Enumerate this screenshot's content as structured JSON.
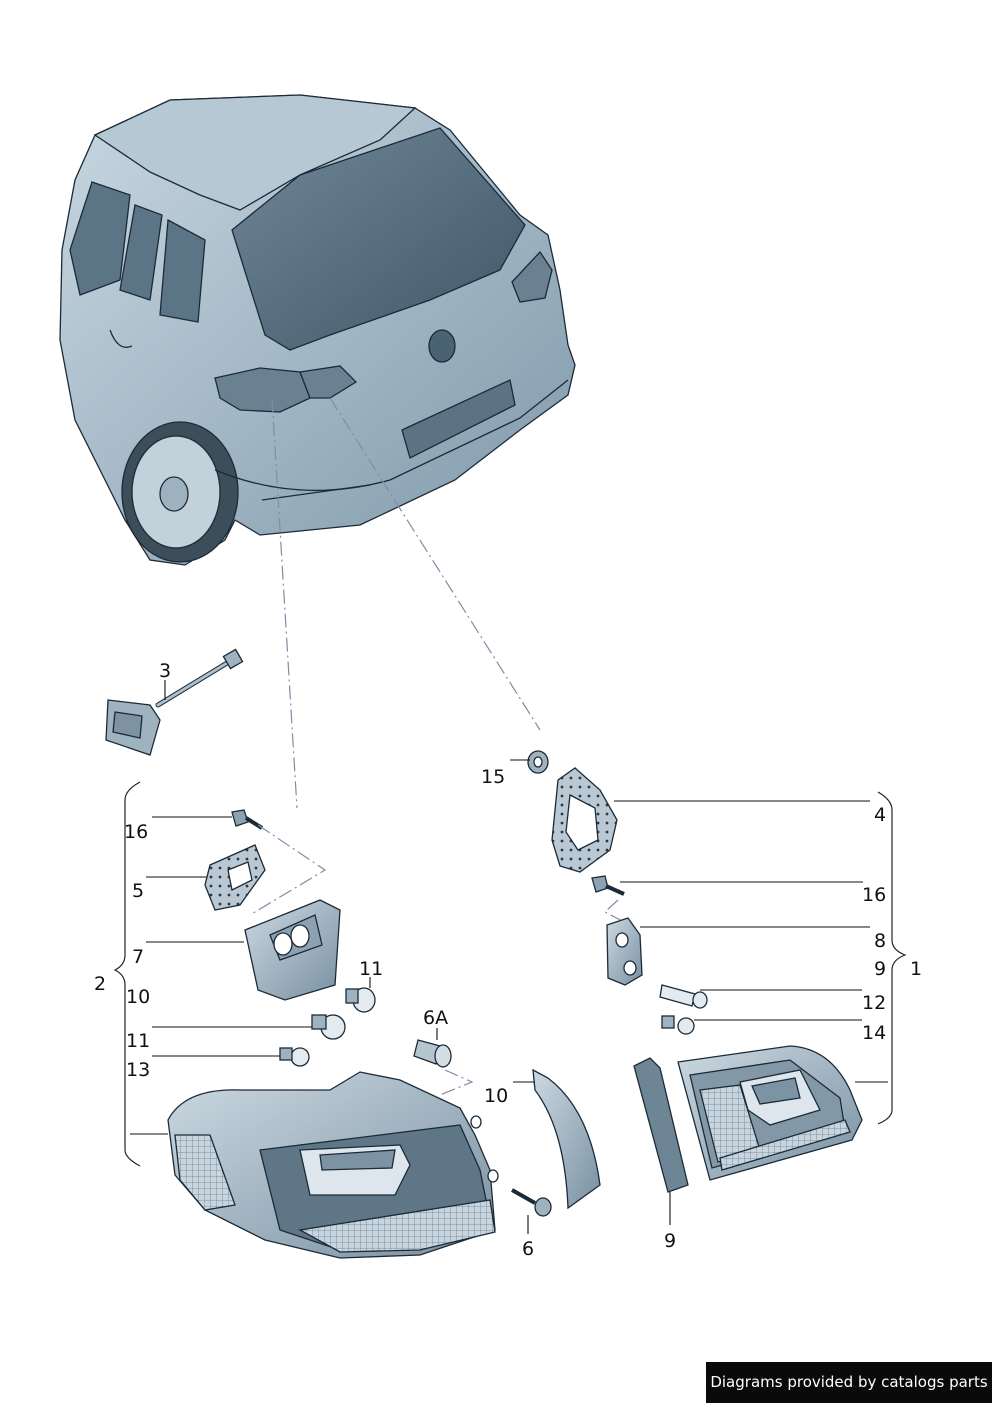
{
  "credit": "Diagrams provided by catalogs parts",
  "callouts": {
    "c1": "1",
    "c2": "2",
    "c3": "3",
    "c4": "4",
    "c5": "5",
    "c6": "6",
    "c6a": "6A",
    "c7": "7",
    "c8": "8",
    "c9a": "9",
    "c9b": "9",
    "c10a": "10",
    "c10b": "10",
    "c11a": "11",
    "c11b": "11",
    "c12": "12",
    "c13": "13",
    "c14": "14",
    "c15": "15",
    "c16a": "16",
    "c16b": "16"
  },
  "colors": {
    "body": "#a9bcc9",
    "body_shadow": "#6f8a9c",
    "glass": "#4a6373",
    "lamp_red": "#8b9eab",
    "outline": "#1c2a38"
  }
}
